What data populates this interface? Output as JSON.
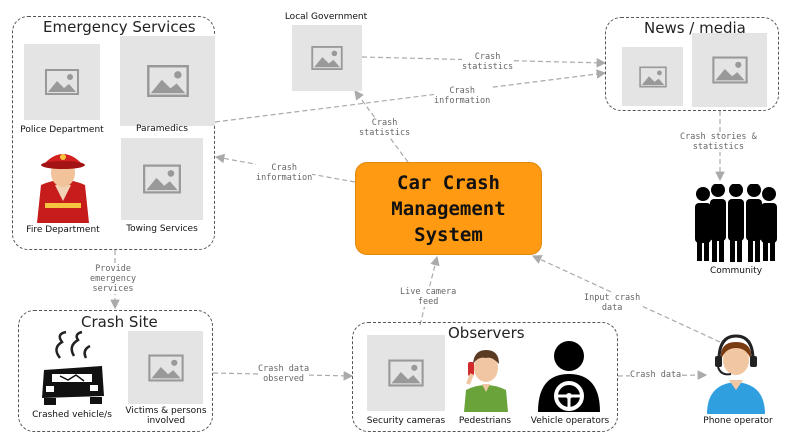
{
  "core": {
    "label": "Car Crash\nManagement\nSystem"
  },
  "groups": {
    "emergency": {
      "title": "Emergency Services"
    },
    "news": {
      "title": "News / media"
    },
    "crash_site": {
      "title": "Crash Site"
    },
    "observers": {
      "title": "Observers"
    }
  },
  "nodes": {
    "police": "Police Department",
    "paramedics": "Paramedics",
    "fire": "Fire Department",
    "towing": "Towing Services",
    "local_gov": "Local Government",
    "community": "Community",
    "crashed_vehicles": "Crashed vehicle/s",
    "victims": "Victims & persons\ninvolved",
    "security_cameras": "Security cameras",
    "pedestrians": "Pedestrians",
    "vehicle_operators": "Vehicle operators",
    "phone_operator": "Phone operator"
  },
  "edges": {
    "gov_news": "Crash\nstatistics",
    "emergency_news": "Crash\ninformation",
    "core_gov": "Crash\nstatistics",
    "core_emergency": "Crash\ninformation",
    "news_community": "Crash stories &\nstatistics",
    "emergency_site": "Provide\nemergency\nservices",
    "site_observers": "Crash data\nobserved",
    "observers_core": "Live camera\nfeed",
    "phone_core": "Input crash\ndata",
    "observers_phone": "Crash data"
  },
  "colors": {
    "core_fill": "#ff9a12",
    "placeholder": "#e4e4e4",
    "edge": "#aaaaaa"
  },
  "icons": [
    "image-placeholder-icon",
    "firefighter-icon",
    "crowd-icon",
    "wrecked-car-icon",
    "pedestrian-phone-icon",
    "driver-icon",
    "phone-operator-icon"
  ]
}
